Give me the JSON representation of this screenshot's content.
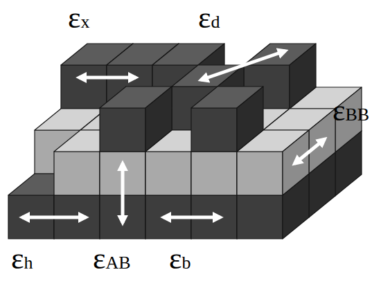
{
  "diagram": {
    "labels": [
      "εx",
      "εd",
      "εBB",
      "εh",
      "εAB",
      "εb"
    ]
  }
}
